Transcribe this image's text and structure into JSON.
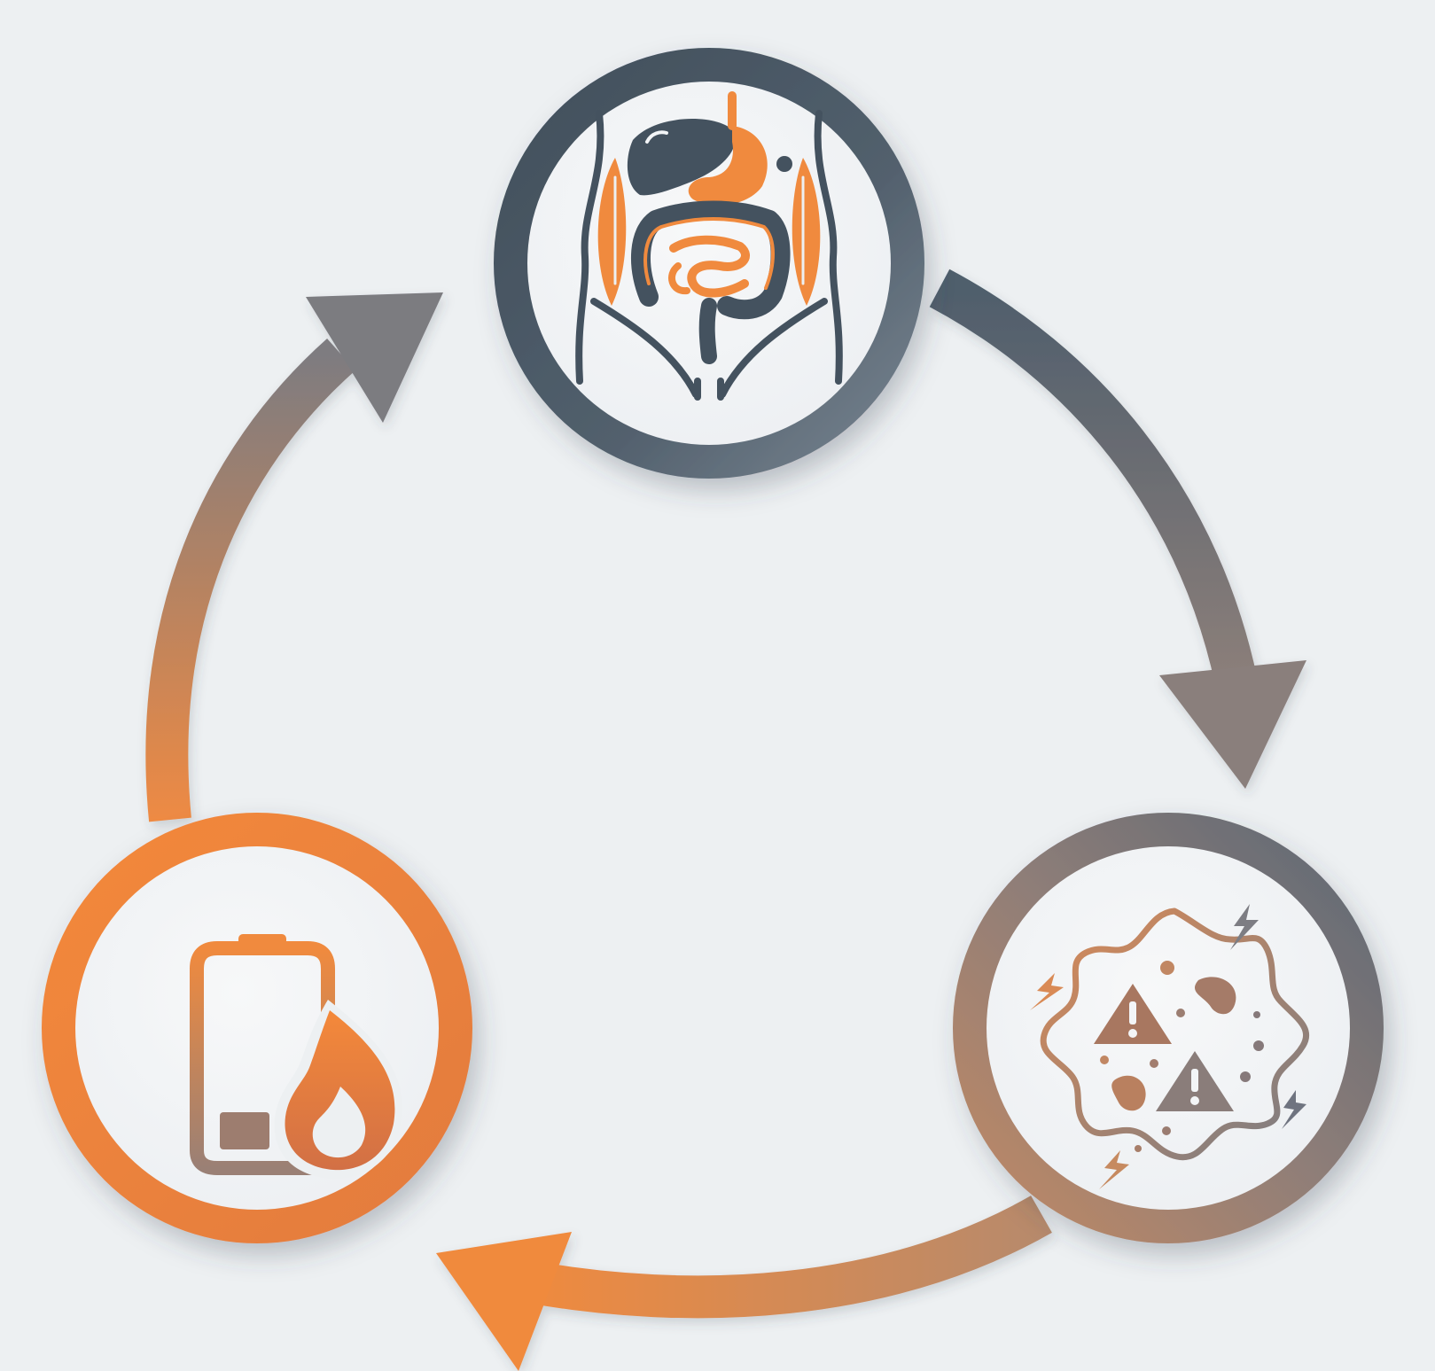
{
  "diagram": {
    "type": "cycle",
    "direction": "clockwise",
    "colors": {
      "background": "#edf0f2",
      "slate": "#4a5866",
      "slate_light": "#6f7c88",
      "orange": "#f08a3e",
      "orange_dark": "#d9733a",
      "node_fill": "#f3f5f7"
    },
    "nodes": [
      {
        "id": "digestive",
        "icon": "digestive-system-icon",
        "ring_color": "slate"
      },
      {
        "id": "inflammation",
        "icon": "inflamed-cell-warning-icon",
        "ring_color": "slate-to-orange"
      },
      {
        "id": "fatigue",
        "icon": "low-battery-flame-icon",
        "ring_color": "orange"
      }
    ],
    "arrows": [
      {
        "from": "digestive",
        "to": "inflammation"
      },
      {
        "from": "inflammation",
        "to": "fatigue"
      },
      {
        "from": "fatigue",
        "to": "digestive"
      }
    ]
  }
}
